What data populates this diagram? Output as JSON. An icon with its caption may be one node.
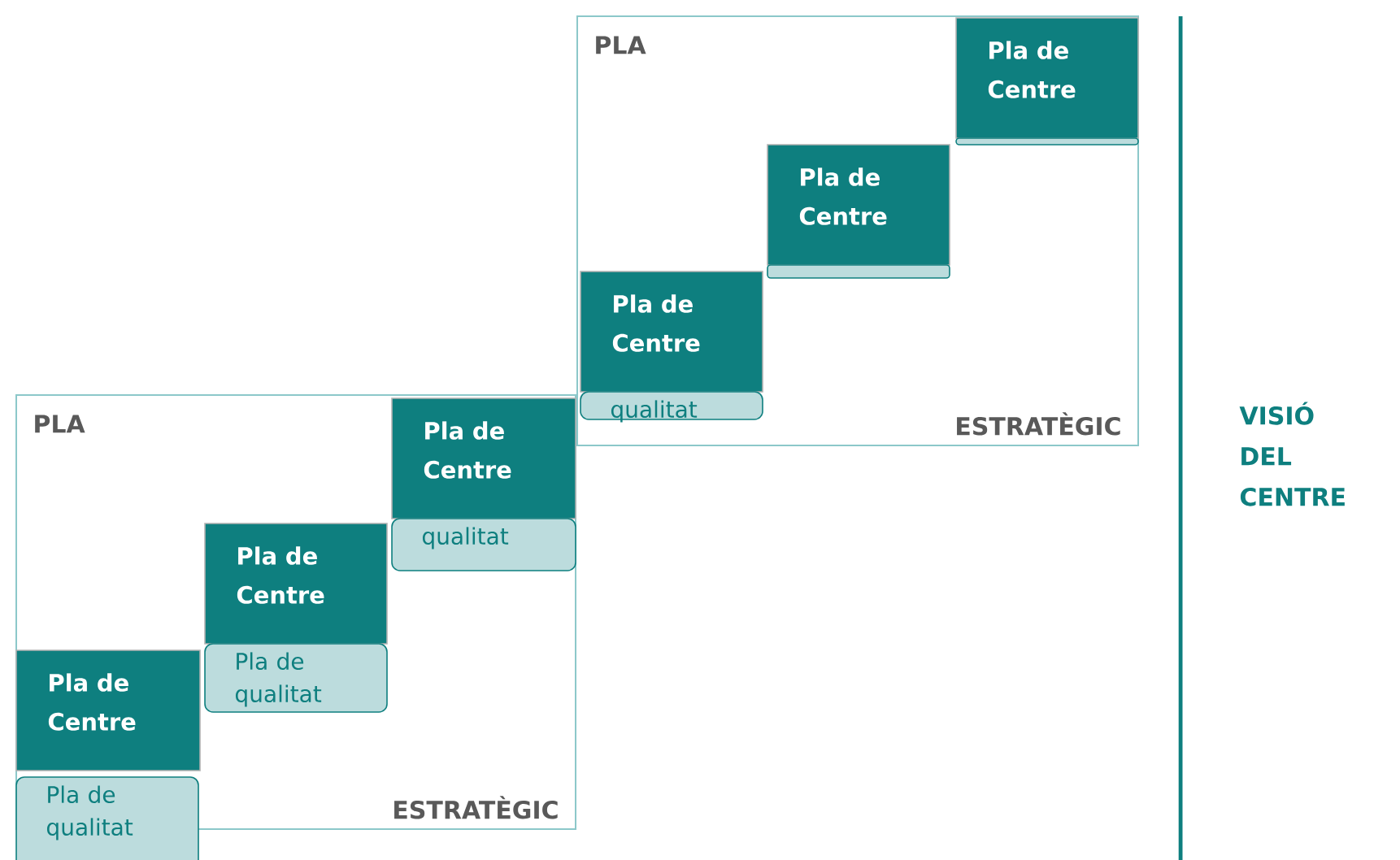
{
  "diagram": {
    "nodes": [
      {
        "text": [
          "PLA",
          "ESTRATÈGIC"
        ]
      },
      {
        "text": [
          "Pla de Centre"
        ],
        "in": 0
      },
      {
        "text": [
          "qualitat"
        ],
        "in": 0
      },
      {
        "text": [
          "Pla de Centre"
        ],
        "in": 0
      },
      {
        "text": [],
        "shape": "box",
        "in": 0
      },
      {
        "text": [
          "Pla de Centre"
        ],
        "in": 0
      },
      {
        "text": [],
        "shape": "box",
        "in": 0
      },
      {
        "text": [
          "PLA",
          "ESTRATÈGIC"
        ]
      },
      {
        "text": [
          "Pla de Centre"
        ],
        "in": 7
      },
      {
        "text": [
          "Pla de qualitat"
        ]
      },
      {
        "text": [
          "Pla de Centre"
        ],
        "in": 7
      },
      {
        "text": [
          "Pla de qualitat"
        ],
        "in": 7
      },
      {
        "text": [
          "Pla de Centre"
        ],
        "in": 7
      },
      {
        "text": [
          "qualitat"
        ],
        "in": 7
      }
    ],
    "labels": [
      "VISIÓ DEL CENTRE"
    ]
  }
}
